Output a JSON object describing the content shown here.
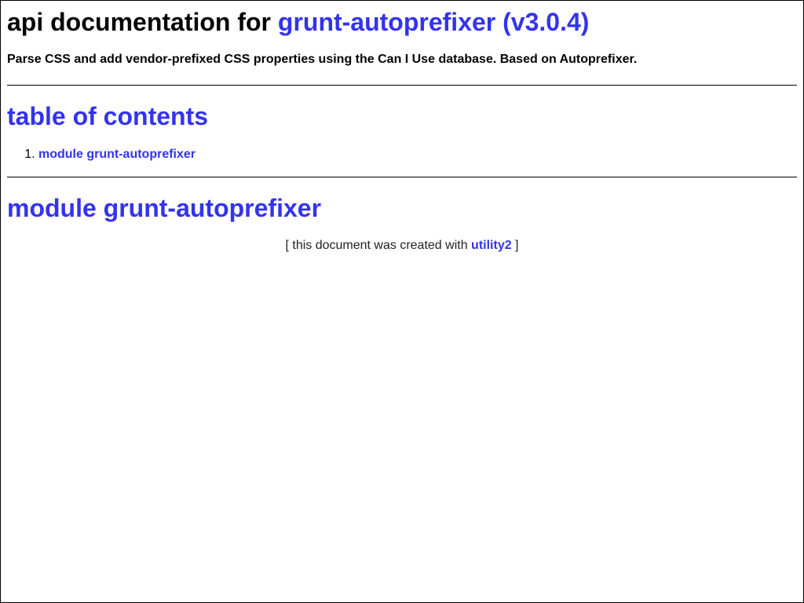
{
  "header": {
    "title_prefix": "api documentation for ",
    "title_link": "grunt-autoprefixer (v3.0.4)",
    "description": "Parse CSS and add vendor-prefixed CSS properties using the Can I Use database. Based on Autoprefixer."
  },
  "toc": {
    "title": "table of contents",
    "items": [
      {
        "number": "1.",
        "label": "module grunt-autoprefixer"
      }
    ]
  },
  "module": {
    "title": "module grunt-autoprefixer"
  },
  "footer": {
    "prefix": "[ this document was created with ",
    "link": "utility2",
    "suffix": " ]"
  },
  "colors": {
    "link": "#3333ee",
    "text": "#000000",
    "border": "#000000"
  }
}
